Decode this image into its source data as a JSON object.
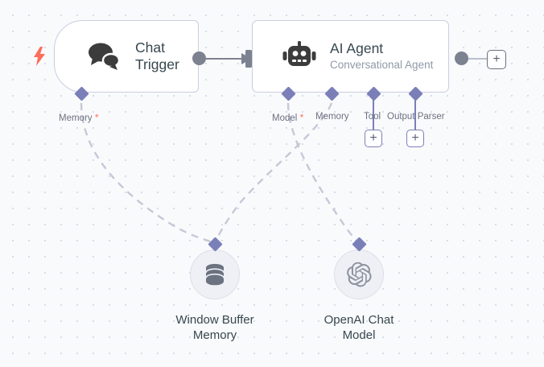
{
  "canvas": {
    "background_color": "#f9fafc",
    "grid_dot_color": "#d8dce8",
    "accent_color": "#7a7fb8",
    "required_marker_color": "#ff6d5a",
    "node_border_color": "#c9cede",
    "title_color": "#37474f"
  },
  "nodes": {
    "chat_trigger": {
      "title": "Chat\nTrigger",
      "icon": "chat-bubbles-icon",
      "trigger_icon": "lightning-bolt-icon",
      "ports": [
        {
          "name": "Memory",
          "required": true
        }
      ]
    },
    "ai_agent": {
      "title": "AI Agent",
      "subtitle": "Conversational Agent",
      "icon": "robot-icon",
      "ports": [
        {
          "name": "Model",
          "required": true,
          "has_add_button": false
        },
        {
          "name": "Memory",
          "required": false,
          "has_add_button": false
        },
        {
          "name": "Tool",
          "required": false,
          "has_add_button": true
        },
        {
          "name": "Output Parser",
          "required": false,
          "has_add_button": true
        }
      ]
    },
    "window_buffer_memory": {
      "title": "Window Buffer\nMemory",
      "icon": "database-icon"
    },
    "openai_chat_model": {
      "title": "OpenAI Chat\nModel",
      "icon": "openai-logo-icon"
    }
  },
  "buttons": {
    "add_node_label": "+",
    "add_tool_label": "+",
    "add_output_parser_label": "+"
  }
}
